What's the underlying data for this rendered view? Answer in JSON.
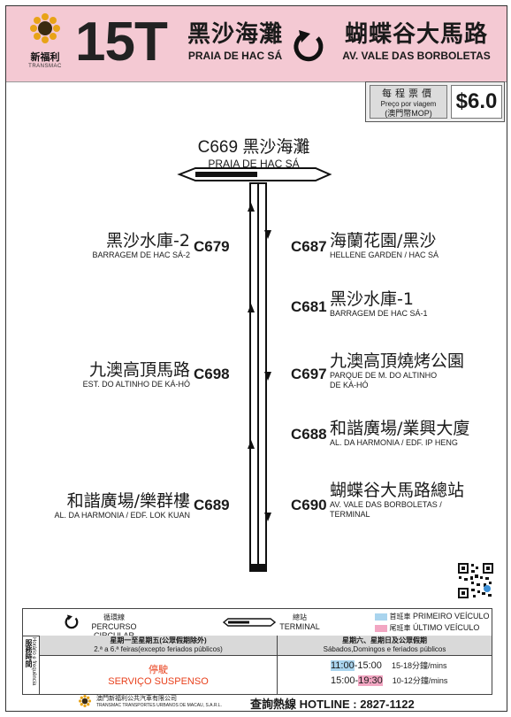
{
  "header": {
    "brand_zh": "新福利",
    "brand_en": "TRANSMAC",
    "route_number": "15T",
    "origin_zh": "黑沙海灘",
    "origin_pt": "PRAIA DE HAC SÁ",
    "destination_zh": "蝴蝶谷大馬路",
    "destination_pt": "AV. VALE DAS BORBOLETAS"
  },
  "fare": {
    "label_zh": "每程票價",
    "label_pt": "Preço por viagem",
    "label_currency": "(澳門幣MOP)",
    "value": "$6.0"
  },
  "terminal_top": {
    "code": "C669",
    "zh": "黑沙海灘",
    "pt": "PRAIA DE HAC SÁ"
  },
  "stops_left": [
    {
      "code": "C679",
      "zh": "黑沙水庫-2",
      "pt": "BARRAGEM DE HAC SÁ-2"
    },
    {
      "code": "C698",
      "zh": "九澳高頂馬路",
      "pt": "EST. DO ALTINHO DE KÁ-HÓ"
    },
    {
      "code": "C689",
      "zh": "和諧廣場/樂群樓",
      "pt": "AL. DA HARMONIA / EDF. LOK KUAN"
    }
  ],
  "stops_right": [
    {
      "code": "C687",
      "zh": "海蘭花園/黑沙",
      "pt": "HELLENE GARDEN / HAC SÁ",
      "pt2": ""
    },
    {
      "code": "C681",
      "zh": "黑沙水庫-1",
      "pt": "BARRAGEM DE HAC SÁ-1",
      "pt2": ""
    },
    {
      "code": "C697",
      "zh": "九澳高頂燒烤公園",
      "pt": "PARQUE DE M. DO ALTINHO",
      "pt2": "DE KÁ-HÓ"
    },
    {
      "code": "C688",
      "zh": "和諧廣場/業興大廈",
      "pt": "AL. DA HARMONIA / EDF. IP HENG",
      "pt2": ""
    },
    {
      "code": "C690",
      "zh": "蝴蝶谷大馬路總站",
      "pt": "AV. VALE DAS BORBOLETAS /",
      "pt2": "TERMINAL"
    }
  ],
  "legend": {
    "circular_zh": "循環線",
    "circular_pt": "PERCURSO CIRCULAR",
    "terminal_zh": "總站",
    "terminal_pt": "TERMINAL",
    "first_zh": "首班車",
    "first_pt": "PRIMEIRO VEÍCULO",
    "last_zh": "尾班車",
    "last_pt": "ÚLTIMO VEÍCULO",
    "first_color": "#a9d4ee",
    "last_color": "#f2a6c2"
  },
  "schedule": {
    "side_zh": "服務時間",
    "side_pt": "Horário e frequência",
    "weekday_head_zh": "星期一至星期五(公眾假期除外)",
    "weekday_head_pt": "2.ª a 6.ª feiras(excepto feriados públicos)",
    "weekday_status_zh": "停駛",
    "weekday_status_pt": "SERVIÇO SUSPENSO",
    "weekend_head_zh": "星期六、星期日及公眾假期",
    "weekend_head_pt": "Sábados,Domingos e feriados públicos",
    "row1_start": "11:00",
    "row1_end": "-15:00",
    "row1_freq": "15-18分鐘/mins",
    "row2_start": "15:00-",
    "row2_end": "19:30",
    "row2_freq": "10-12分鐘/mins"
  },
  "footer": {
    "company_zh": "澳門新福利公共汽車有限公司",
    "company_pt": "TRANSMAC TRANSPORTES URBANOS DE MACAU, S.A.R.L.",
    "hotline_label": "查詢熱線 HOTLINE :",
    "hotline_number": "2827-1122"
  }
}
